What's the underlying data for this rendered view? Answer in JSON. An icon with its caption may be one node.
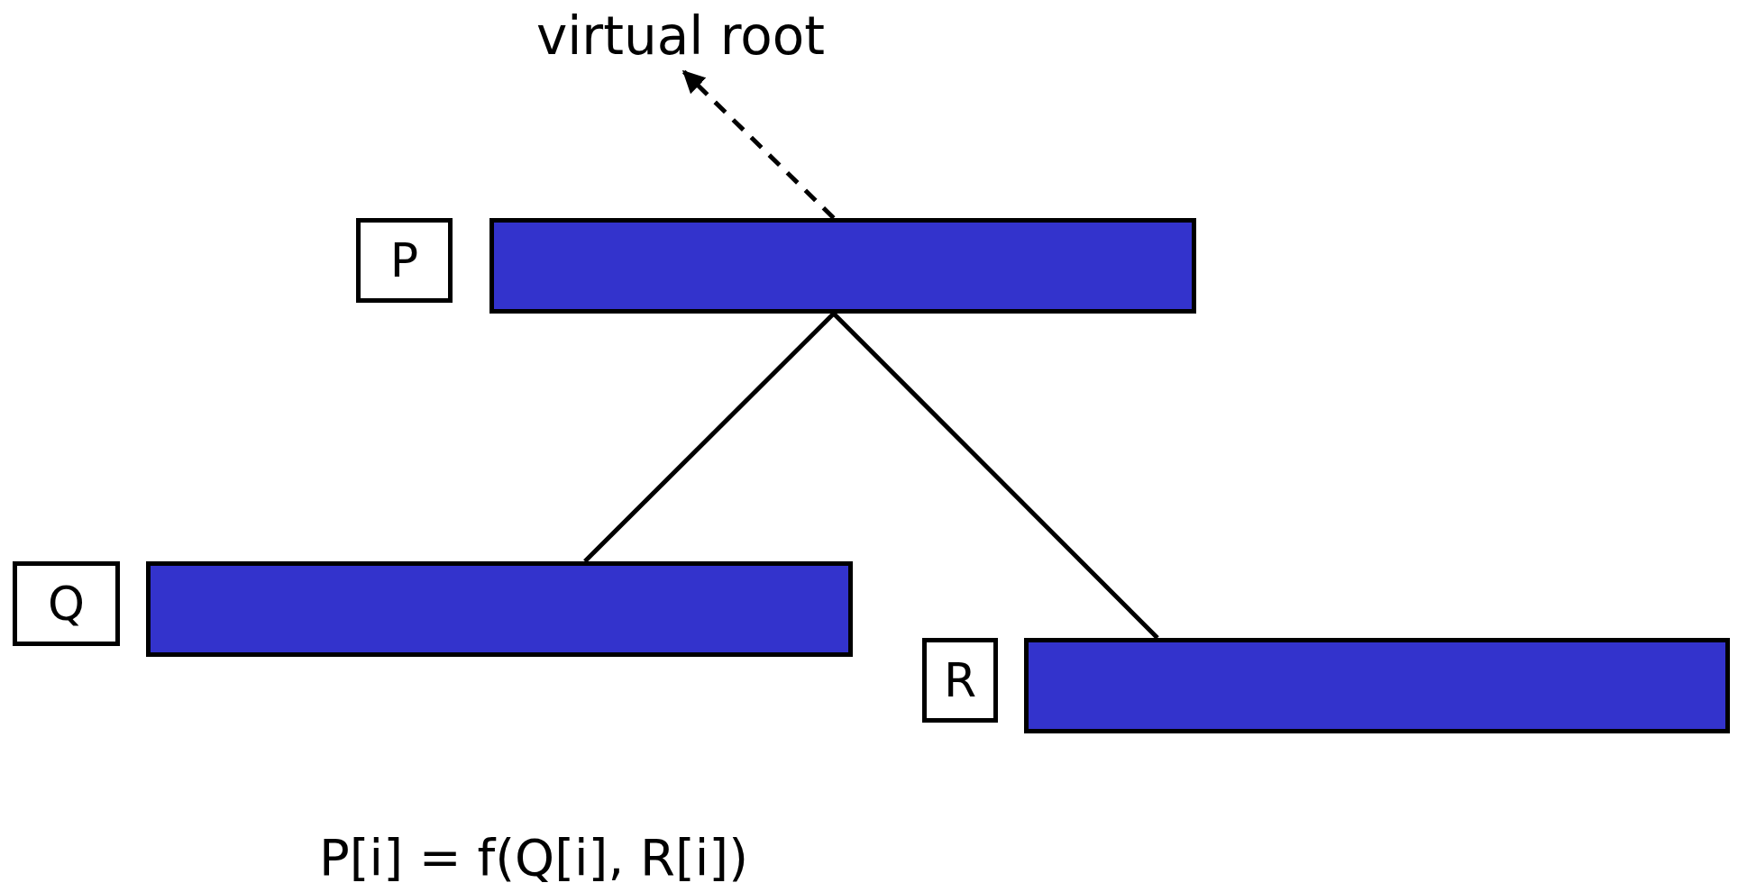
{
  "diagram": {
    "nodes": [
      {
        "text": [
          "virtual root"
        ]
      },
      {
        "text": [
          "P"
        ]
      },
      {
        "text": [],
        "shape": "bar"
      },
      {
        "text": [
          "Q"
        ]
      },
      {
        "text": [],
        "shape": "bar"
      },
      {
        "text": [
          "R"
        ]
      },
      {
        "text": [],
        "shape": "bar"
      }
    ],
    "edges": [
      {
        "from": 2,
        "to": 0,
        "arrow": "to",
        "style": "dashed"
      },
      {
        "from": 2,
        "to": 4,
        "arrow": "none"
      },
      {
        "from": 2,
        "to": 6,
        "arrow": "none"
      }
    ],
    "labels": [
      "P[i] = f(Q[i], R[i])"
    ]
  }
}
